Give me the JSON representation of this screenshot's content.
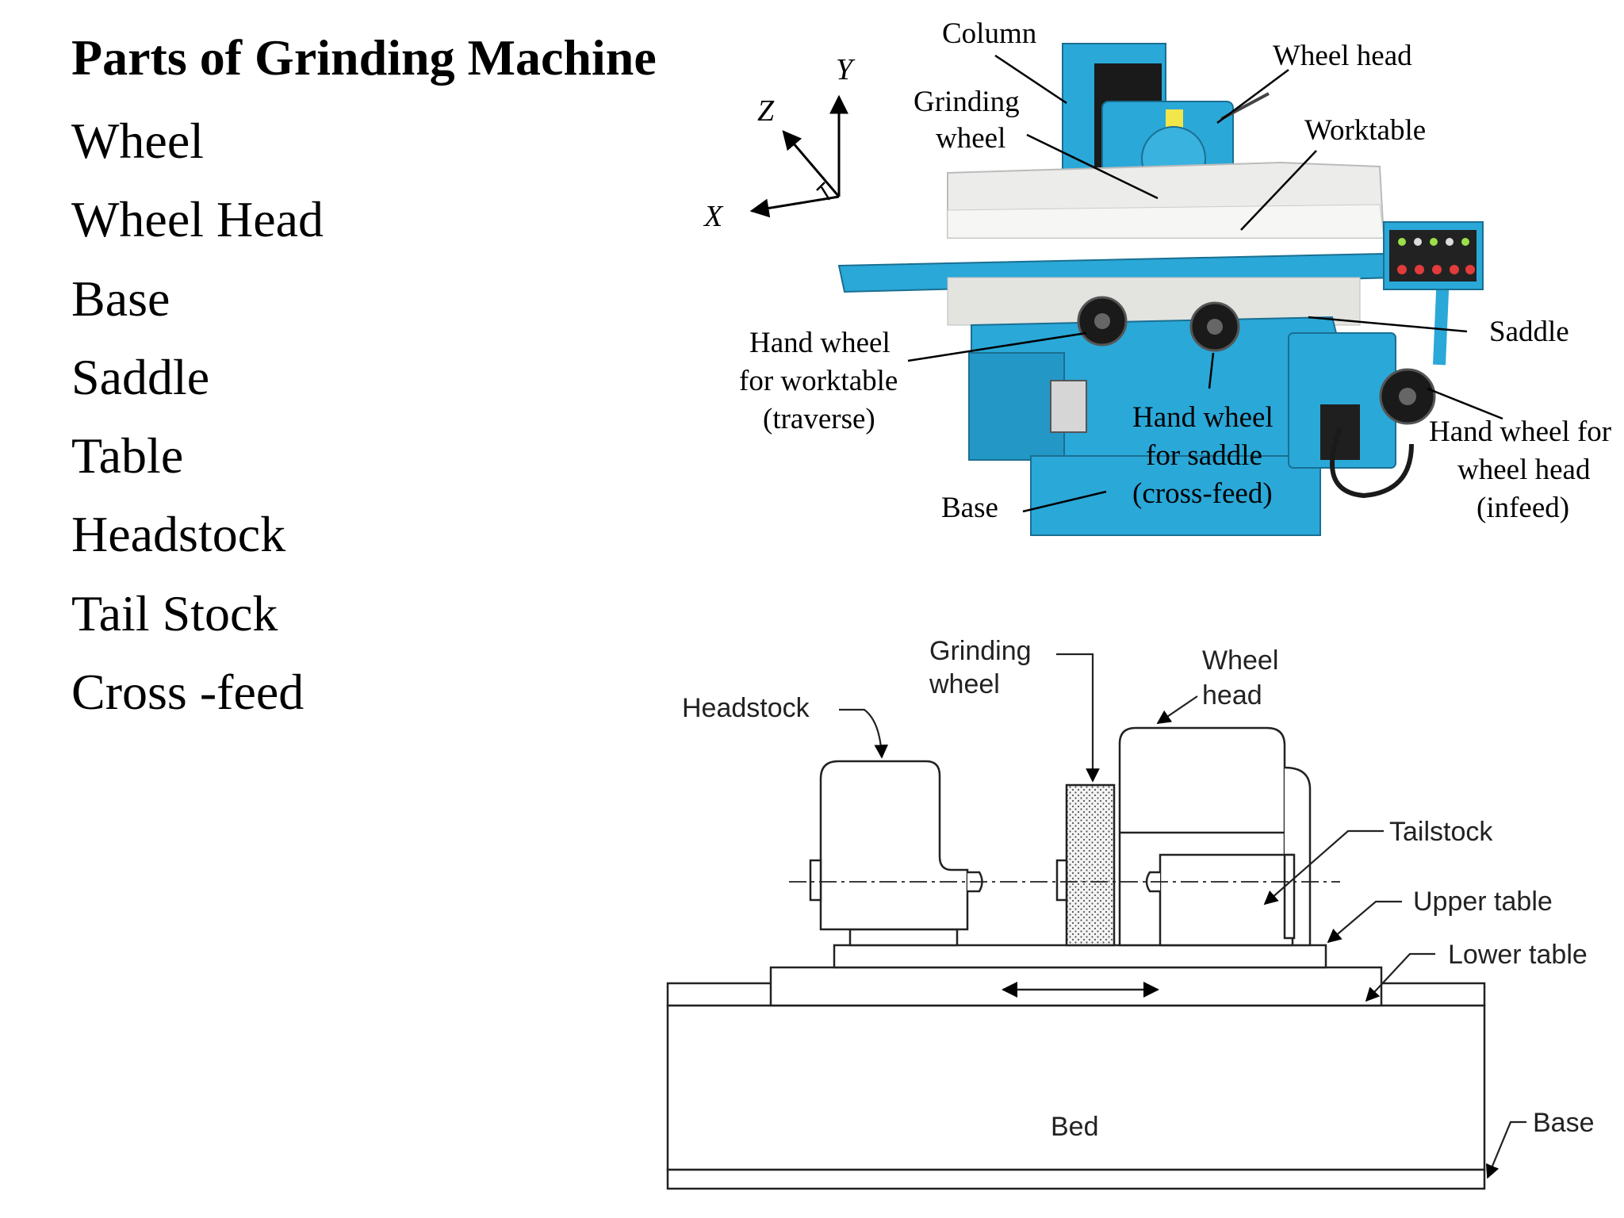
{
  "title": "Parts of Grinding Machine",
  "parts": [
    "Wheel",
    "Wheel Head",
    "Base",
    "Saddle",
    "Table",
    "Headstock",
    "Tail Stock",
    "Cross -feed"
  ],
  "surface_grinder": {
    "axes": {
      "x": "X",
      "y": "Y",
      "z": "Z"
    },
    "labels": {
      "column": "Column",
      "wheel_head": "Wheel head",
      "grinding_wheel_1": "Grinding",
      "grinding_wheel_2": "wheel",
      "worktable": "Worktable",
      "saddle": "Saddle",
      "hw_table_1": "Hand wheel",
      "hw_table_2": "for worktable",
      "hw_table_3": "(traverse)",
      "hw_saddle_1": "Hand wheel",
      "hw_saddle_2": "for saddle",
      "hw_saddle_3": "(cross-feed)",
      "hw_head_1": "Hand wheel for",
      "hw_head_2": "wheel head",
      "hw_head_3": "(infeed)",
      "base": "Base"
    },
    "colors": {
      "machine_blue": "#2aa8d8",
      "table_white": "#e8e8e4",
      "dark": "#1a1a1a"
    }
  },
  "cylindrical_grinder": {
    "labels": {
      "grinding_wheel_1": "Grinding",
      "grinding_wheel_2": "wheel",
      "wheel_head_1": "Wheel",
      "wheel_head_2": "head",
      "headstock": "Headstock",
      "tailstock": "Tailstock",
      "upper_table": "Upper table",
      "lower_table": "Lower table",
      "bed": "Bed",
      "base": "Base"
    }
  }
}
